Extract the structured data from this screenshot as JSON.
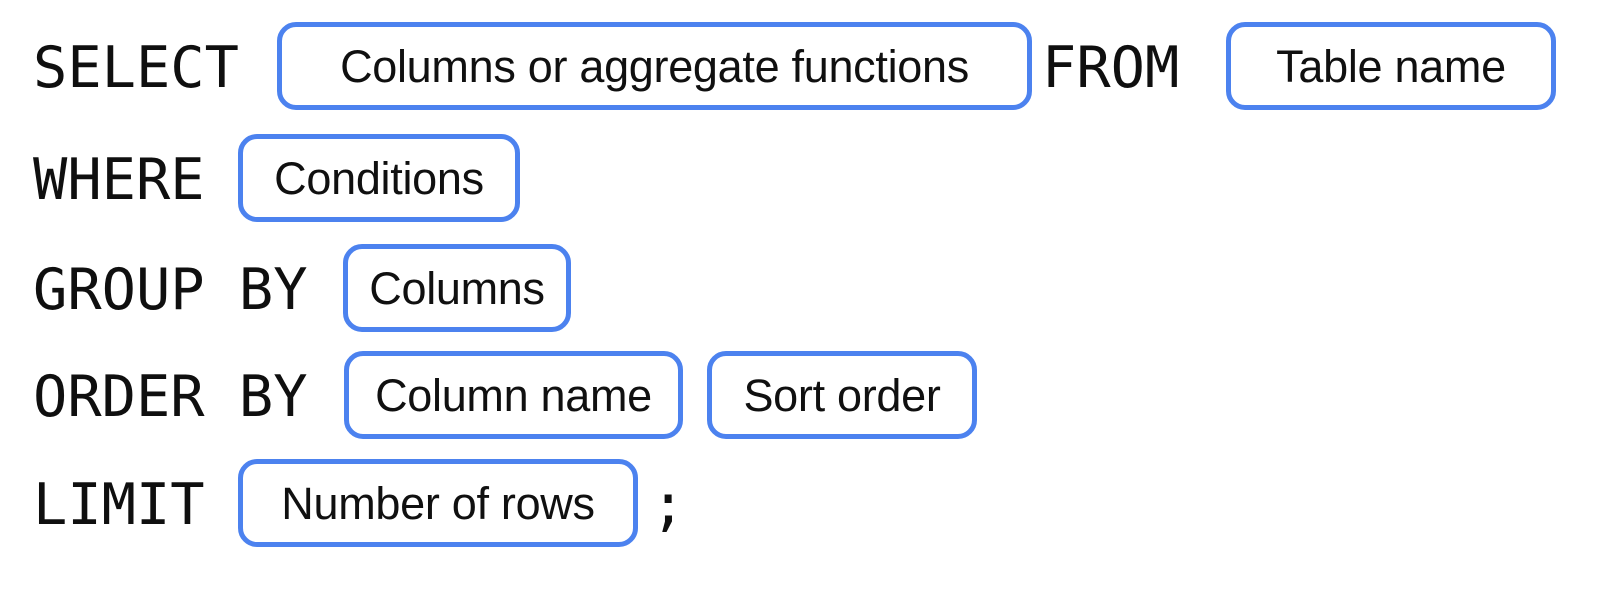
{
  "theme": {
    "background": "#ffffff",
    "accent_border": "#4c82ef",
    "text": "#101010",
    "slot_fill": "#ffffff"
  },
  "diagram": {
    "type": "sql-syntax-template",
    "statement_terminator": ";",
    "lines": [
      {
        "id": "select-line",
        "keyword": "SELECT",
        "slots": [
          {
            "id": "columns-or-aggregate-functions",
            "label": "Columns or aggregate functions"
          }
        ],
        "trailing_keyword": "FROM",
        "trailing_slots": [
          {
            "id": "table-name",
            "label": "Table name"
          }
        ]
      },
      {
        "id": "where-line",
        "keyword": "WHERE",
        "slots": [
          {
            "id": "conditions",
            "label": "Conditions"
          }
        ]
      },
      {
        "id": "group-by-line",
        "keyword": "GROUP BY",
        "slots": [
          {
            "id": "group-columns",
            "label": "Columns"
          }
        ]
      },
      {
        "id": "order-by-line",
        "keyword": "ORDER BY",
        "slots": [
          {
            "id": "column-name",
            "label": "Column name"
          },
          {
            "id": "sort-order",
            "label": "Sort order"
          }
        ]
      },
      {
        "id": "limit-line",
        "keyword": "LIMIT",
        "slots": [
          {
            "id": "number-of-rows",
            "label": "Number of rows"
          }
        ],
        "terminator": ";"
      }
    ]
  }
}
